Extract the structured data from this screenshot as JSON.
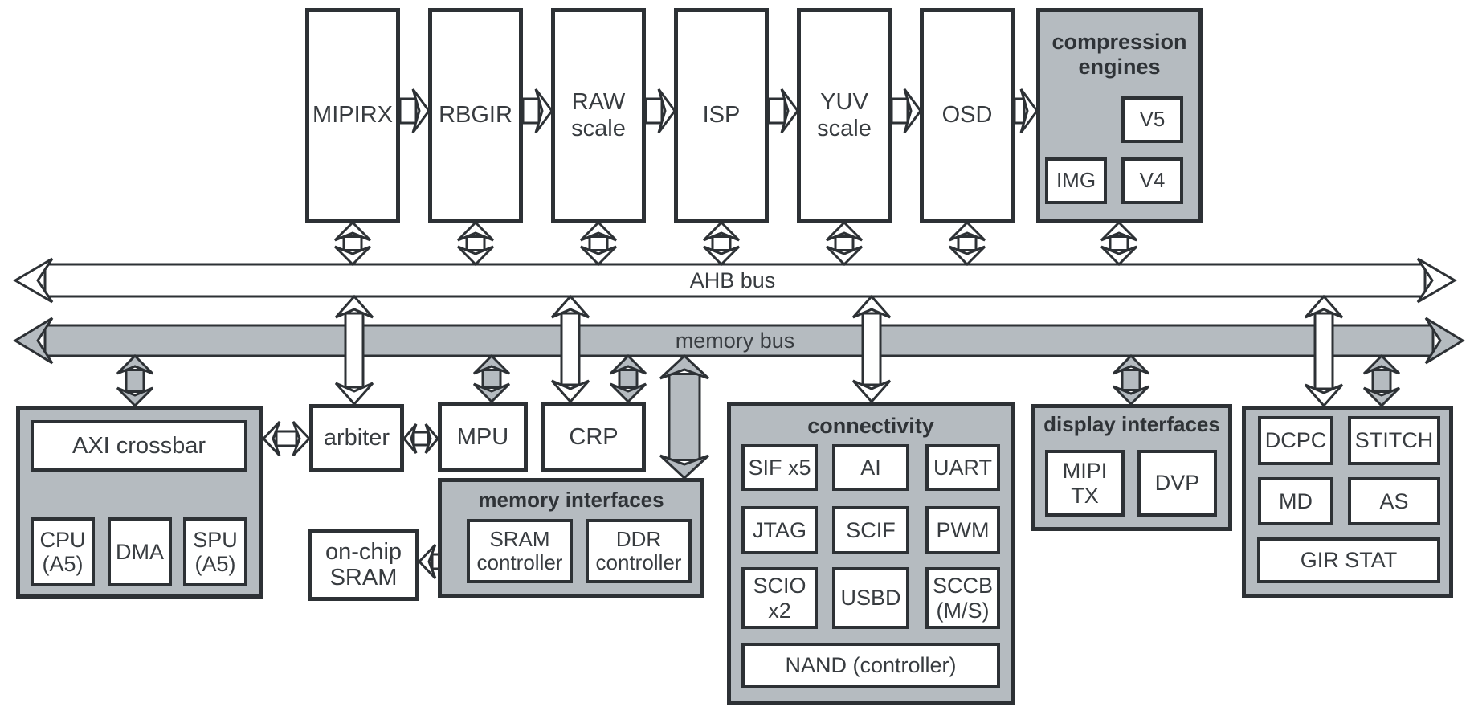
{
  "pipeline": [
    {
      "label": "MIPIRX"
    },
    {
      "label": "RBGIR"
    },
    {
      "label": "RAW\nscale"
    },
    {
      "label": "ISP"
    },
    {
      "label": "YUV\nscale"
    },
    {
      "label": "OSD"
    }
  ],
  "compression": {
    "title": "compression\nengines",
    "units": [
      {
        "label": "V5"
      },
      {
        "label": "IMG"
      },
      {
        "label": "V4"
      }
    ]
  },
  "buses": {
    "ahb": "AHB bus",
    "memory": "memory bus"
  },
  "cpu_complex": {
    "crossbar": "AXI crossbar",
    "cores": [
      {
        "label": "CPU\n(A5)"
      },
      {
        "label": "DMA"
      },
      {
        "label": "SPU\n(A5)"
      }
    ]
  },
  "arbiter": {
    "label": "arbiter"
  },
  "mpu": {
    "label": "MPU"
  },
  "crp": {
    "label": "CRP"
  },
  "onchip_sram": {
    "label": "on-chip\nSRAM"
  },
  "memory_interfaces": {
    "title": "memory interfaces",
    "sram_controller": "SRAM\ncontroller",
    "ddr_controller": "DDR\ncontroller"
  },
  "connectivity": {
    "title": "connectivity",
    "items": [
      {
        "label": "SIF x5"
      },
      {
        "label": "AI"
      },
      {
        "label": "UART"
      },
      {
        "label": "JTAG"
      },
      {
        "label": "SCIF"
      },
      {
        "label": "PWM"
      },
      {
        "label": "SCIO\nx2"
      },
      {
        "label": "USBD"
      },
      {
        "label": "SCCB\n(M/S)"
      }
    ],
    "nand": "NAND (controller)"
  },
  "display_interfaces": {
    "title": "display interfaces",
    "mipi_tx": "MIPI\nTX",
    "dvp": "DVP"
  },
  "video_analytics": {
    "blocks": [
      {
        "label": "DCPC"
      },
      {
        "label": "STITCH"
      },
      {
        "label": "MD"
      },
      {
        "label": "AS"
      }
    ],
    "gir_stat": "GIR STAT"
  },
  "colors": {
    "block_fill": "#ffffff",
    "group_fill": "#b5bbc0",
    "border": "#2d3135",
    "text": "#383c40"
  }
}
